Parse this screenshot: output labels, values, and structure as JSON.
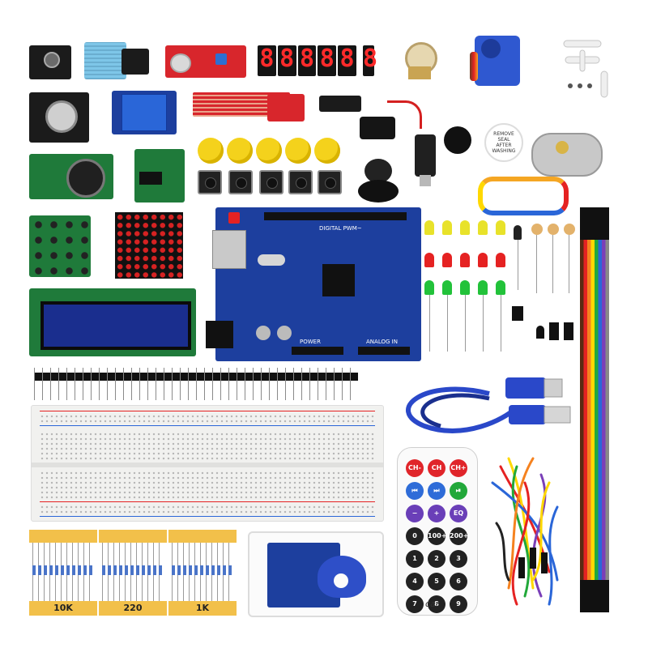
{
  "display": {
    "segment_digits": [
      "8",
      "8",
      "8",
      "8",
      "8",
      "8"
    ]
  },
  "remote": {
    "row1": [
      "CH-",
      "CH",
      "CH+"
    ],
    "row2": [
      "⏮",
      "⏭",
      "⏯"
    ],
    "row3": [
      "−",
      "+",
      "EQ"
    ],
    "row4": [
      "0",
      "100+",
      "200+"
    ],
    "row5": [
      "1",
      "2",
      "3"
    ],
    "row6": [
      "4",
      "5",
      "6"
    ],
    "row7": [
      "7",
      "8",
      "9"
    ],
    "brand": "car"
  },
  "resistor_labels": [
    "10K",
    "220",
    "1K"
  ],
  "buzzer_label": "REMOVE SEAL AFTER WASHING",
  "uno_board_text": "DIGITAL PWM~",
  "uno_power_text": "POWER",
  "uno_analog_text": "ANALOG IN",
  "colors": {
    "arduino_blue": "#1d3f9e",
    "pcb_green": "#1f7a3a",
    "usb_blue": "#2a48c9",
    "cap_yellow": "#f4d21c",
    "led_red": "#e52222",
    "led_green": "#22c23a",
    "led_yellow": "#e8e22a",
    "remote_red": "#e0252a",
    "remote_blue": "#2e6cd8",
    "remote_purple": "#6a3fb8",
    "label_strip": "#f2c04a"
  }
}
